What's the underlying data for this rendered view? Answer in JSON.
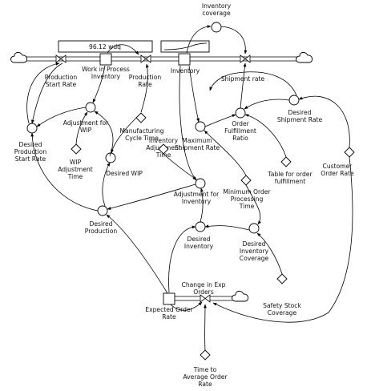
{
  "readouts": {
    "wip_value": "96.12 wdq"
  },
  "labels": {
    "inventory_coverage": [
      "Inventory",
      "coverage"
    ],
    "wip": [
      "Work in Process",
      "Inventory"
    ],
    "inventory": [
      "Inventory"
    ],
    "production_start_rate": [
      "Production",
      "Start Rate"
    ],
    "production_rate": [
      "Production",
      "Rate"
    ],
    "shipment_rate": [
      "Shipment rate"
    ],
    "adjustment_for_wip": [
      "Adjustment for",
      "WIP"
    ],
    "manufacturing_cycle_time": [
      "Manufacturing",
      "Cycle Time"
    ],
    "desired_production_start_rate": [
      "Desired",
      "Production",
      "Start Rate"
    ],
    "wip_adjustment_time": [
      "WIP",
      "Adjustment",
      "Time"
    ],
    "desired_wip": [
      "Desired WIP"
    ],
    "inventory_adjustment_time": [
      "Inventory",
      "Adjustment",
      "Time"
    ],
    "maximum_shipment_rate": [
      "Maximum",
      "Shipment Rate"
    ],
    "order_fulfillment_ratio": [
      "Order",
      "Fulfillment",
      "Ratio"
    ],
    "desired_shipment_rate": [
      "Desired",
      "Shipment Rate"
    ],
    "table_for_order_fulfillment": [
      "Table for order",
      "fulfillment"
    ],
    "customer_order_rate": [
      "Customer",
      "Order Rate"
    ],
    "adjustment_for_inventory": [
      "Adjustment for",
      "Inventory"
    ],
    "minimum_order_processing_time": [
      "Minimum Order",
      "Processing",
      "Time"
    ],
    "desired_production": [
      "Desired",
      "Production"
    ],
    "desired_inventory": [
      "Desired",
      "Inventory"
    ],
    "desired_inventory_coverage": [
      "Desired",
      "Inventory",
      "Coverage"
    ],
    "change_in_exp_orders": [
      "Change in Exp",
      "Orders"
    ],
    "expected_order_rate": [
      "Expected Order",
      "Rate"
    ],
    "safety_stock_coverage": [
      "Safety Stock",
      "Coverage"
    ],
    "time_to_average_order_rate": [
      "Time to",
      "Average Order",
      "Rate"
    ]
  }
}
